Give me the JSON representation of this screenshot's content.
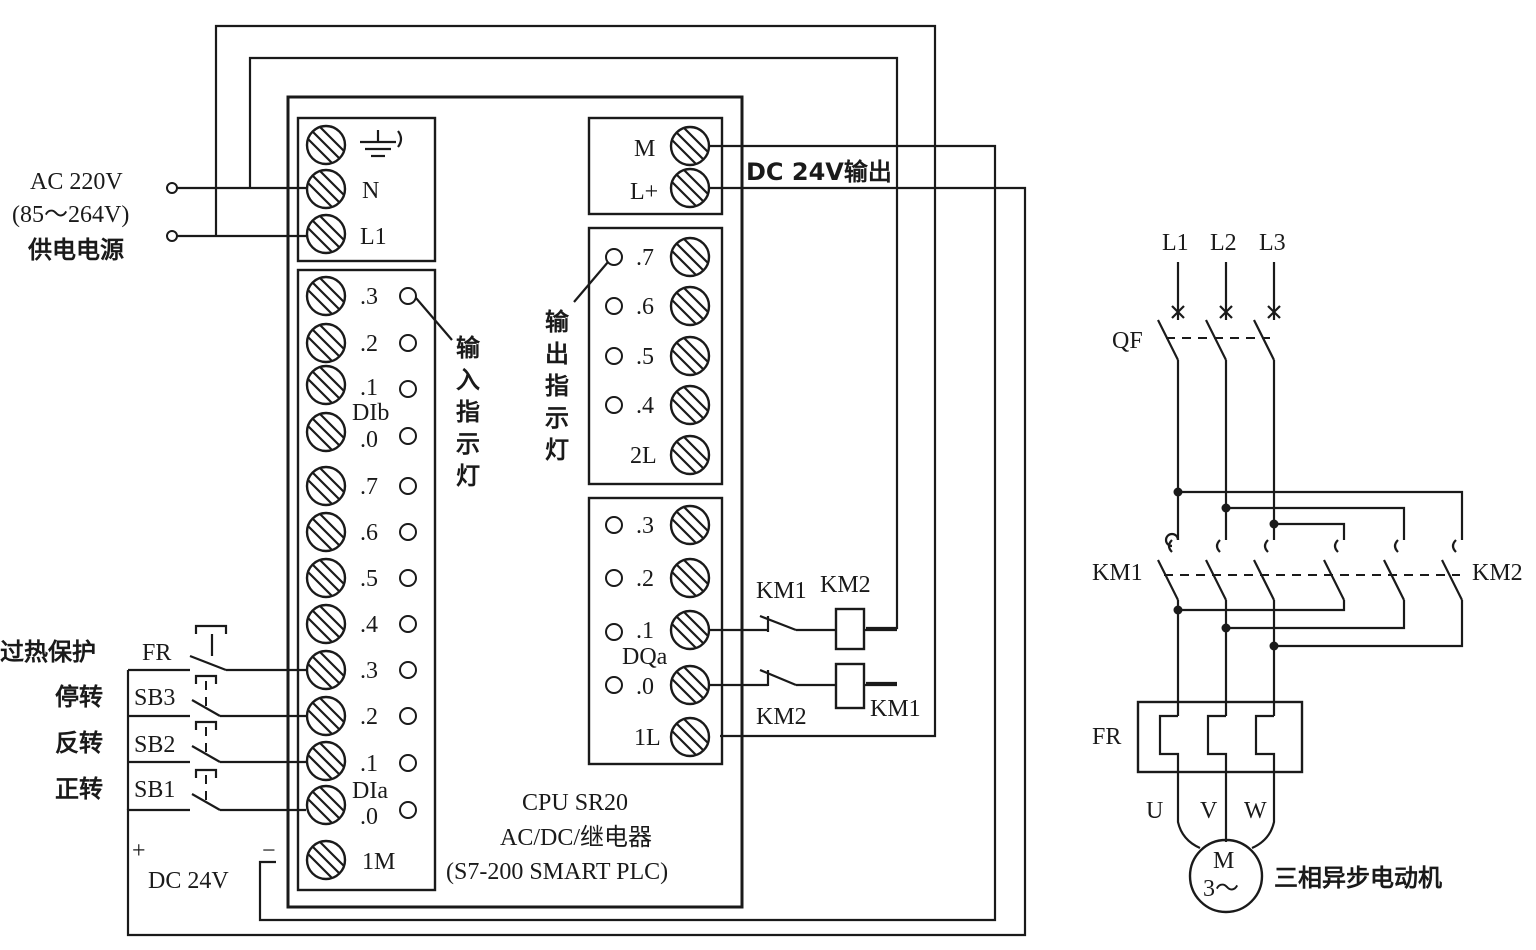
{
  "power": {
    "line1": "AC 220V",
    "line2": "(85～264V)",
    "line3": "供电电源"
  },
  "plc": {
    "model": "CPU  SR20",
    "type": "AC/DC/继电器",
    "series": "(S7-200  SMART  PLC)"
  },
  "power_terminals": {
    "n": "N",
    "l1": "L1"
  },
  "dc_out_terminals": {
    "m": "M",
    "lplus": "L+"
  },
  "dc_out_label": "DC 24V输出",
  "input_block": {
    "dib_upper": [
      ".3",
      ".2",
      ".1"
    ],
    "dib_label": "DIb",
    "dib_lower": [
      ".0",
      ".7",
      ".6",
      ".5",
      ".4",
      ".3",
      ".2",
      ".1"
    ],
    "dia_label": "DIa",
    "dia_last": ".0",
    "common": "1M",
    "indicator_label": [
      "输",
      "入",
      "指",
      "示",
      "灯"
    ]
  },
  "output_block_upper": {
    "rows": [
      ".7",
      ".6",
      ".5",
      ".4"
    ],
    "common": "2L",
    "indicator_label": [
      "输",
      "出",
      "指",
      "示",
      "灯"
    ]
  },
  "output_block_lower": {
    "rows": [
      ".3",
      ".2",
      ".1"
    ],
    "dqa_label": "DQa",
    "last": ".0",
    "common": "1L"
  },
  "inputs": {
    "fr_desc": "过热保护",
    "fr": "FR",
    "sb3_desc": "停转",
    "sb3": "SB3",
    "sb2_desc": "反转",
    "sb2": "SB2",
    "sb1_desc": "正转",
    "sb1": "SB1",
    "dc": "DC 24V",
    "plus": "+",
    "minus": "−"
  },
  "outputs": {
    "km1_contact": "KM1",
    "km2_coil": "KM2",
    "km2_contact": "KM2",
    "km1_coil": "KM1"
  },
  "main_circuit": {
    "phases": [
      "L1",
      "L2",
      "L3"
    ],
    "breaker": "QF",
    "km1": "KM1",
    "km2": "KM2",
    "overload": "FR",
    "terminals": [
      "U",
      "V",
      "W"
    ],
    "motor_m": "M",
    "motor_phase": "3～",
    "motor_desc": "三相异步电动机"
  }
}
